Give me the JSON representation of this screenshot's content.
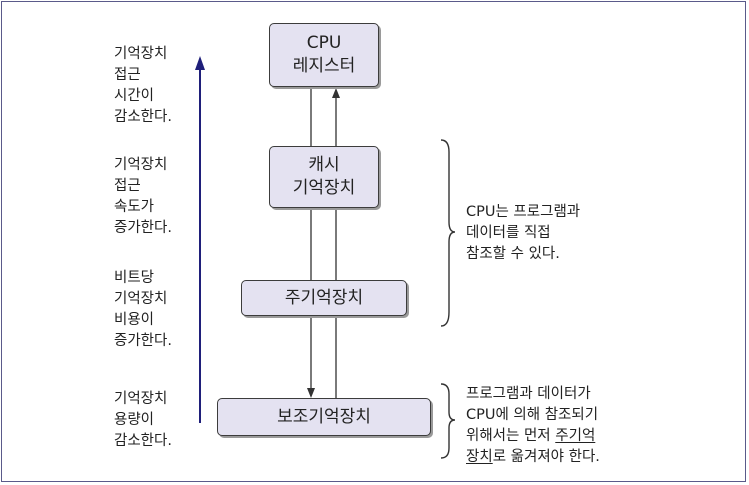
{
  "left_labels": {
    "access_time": "기억장치\n접근\n시간이\n감소한다.",
    "access_speed": "기억장치\n접근\n속도가\n증가한다.",
    "cost_per_bit": "비트당\n기억장치\n비용이\n증가한다.",
    "capacity": "기억장치\n용량이\n감소한다."
  },
  "boxes": {
    "cpu_register": "CPU\n레지스터",
    "cache": "캐시\n기억장치",
    "main_memory": "주기억장치",
    "secondary": "보조기억장치"
  },
  "right_notes": {
    "direct_access": "CPU는 프로그램과\n데이터를 직접\n참조할 수 있다.",
    "secondary_prefix": "프로그램과 데이터가\nCPU에 의해 참조되기\n위해서는 먼저 ",
    "secondary_underline_1": "주기억",
    "secondary_underline_2": "장치",
    "secondary_suffix": "로 옮겨져야 한다."
  },
  "colors": {
    "box_fill": "#e4e2f1",
    "box_border": "#3c3c3c",
    "hierarchy_arrow": "#1f1f7a",
    "frame": "#5a5a8a"
  },
  "icons": [
    "up-arrow-icon",
    "down-arrow-icon"
  ]
}
